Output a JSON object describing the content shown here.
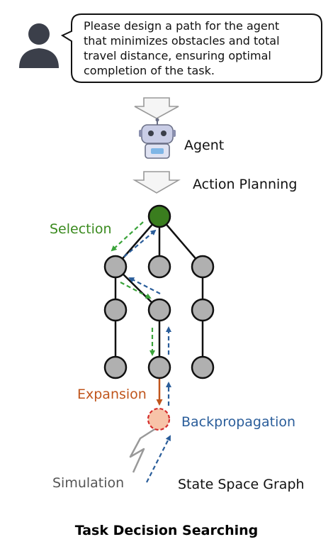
{
  "user_prompt": {
    "lines": [
      "Please design a path for the agent",
      "that minimizes obstacles and total",
      "travel distance, ensuring optimal",
      "completion of the task."
    ]
  },
  "agent": {
    "label": "Agent"
  },
  "action_planning": {
    "label": "Action Planning"
  },
  "phases": {
    "selection": "Selection",
    "expansion": "Expansion",
    "backpropagation": "Backpropagation",
    "simulation": "Simulation"
  },
  "graph_caption": "State Space Graph",
  "title": "Task Decision Searching",
  "colors": {
    "selection": "#3a8a1e",
    "expansion": "#c0551c",
    "backpropagation": "#2a5d9a",
    "simulation": "#555555",
    "root_node": "#3a7d1e",
    "node": "#b0b0b0",
    "new_node": "#f7c3a8",
    "new_node_border": "#d42c2c"
  }
}
